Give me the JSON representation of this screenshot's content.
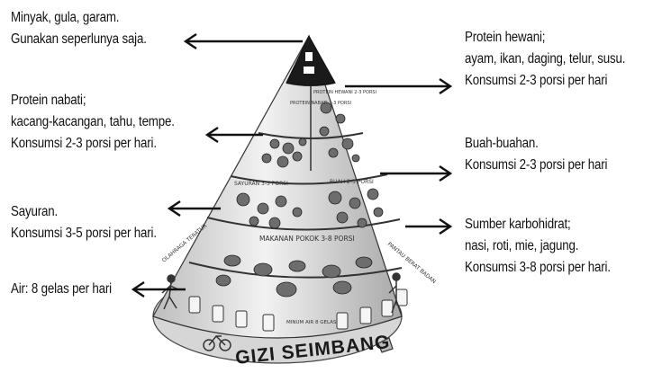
{
  "labels": {
    "top_left": [
      "Minyak, gula, garam.",
      "Gunakan seperlunya saja."
    ],
    "left_2": [
      "Protein nabati;",
      "kacang-kacangan, tahu, tempe.",
      "Konsumsi 2-3 porsi per hari."
    ],
    "left_3": [
      "Sayuran.",
      "Konsumsi 3-5 porsi per hari."
    ],
    "left_4": [
      "Air: 8 gelas per hari"
    ],
    "right_1": [
      "Protein hewani;",
      "ayam, ikan, daging, telur, susu.",
      "Konsumsi 2-3 porsi per hari"
    ],
    "right_2": [
      "Buah-buahan.",
      "Konsumsi 2-3 porsi per hari"
    ],
    "right_3": [
      "Sumber karbohidrat;",
      "nasi, roti, mie, jagung.",
      "Konsumsi 3-8 porsi per hari."
    ]
  },
  "pyramid": {
    "title": "GIZI SEIMBANG",
    "tier_protein_nabati": "PROTEIN NABATI 2-3 PORSI",
    "tier_protein_hewani": "PROTEIN HEWANI 2-3 PORSI",
    "tier_sayuran": "SAYURAN 3-5 PORSI",
    "tier_buah": "BUAH 2-3 PORSI",
    "tier_pokok": "MAKANAN POKOK 3-8 PORSI",
    "side_left": "OLAHRAGA TERATUR",
    "side_right": "PANTAU BERAT BADAN",
    "water_note": "MINUM AIR 8 GELAS"
  },
  "colors": {
    "text": "#111111",
    "pyramid_light": "#e9e9e9",
    "pyramid_mid": "#c9c9c9",
    "pyramid_dark": "#1a1a1a"
  }
}
